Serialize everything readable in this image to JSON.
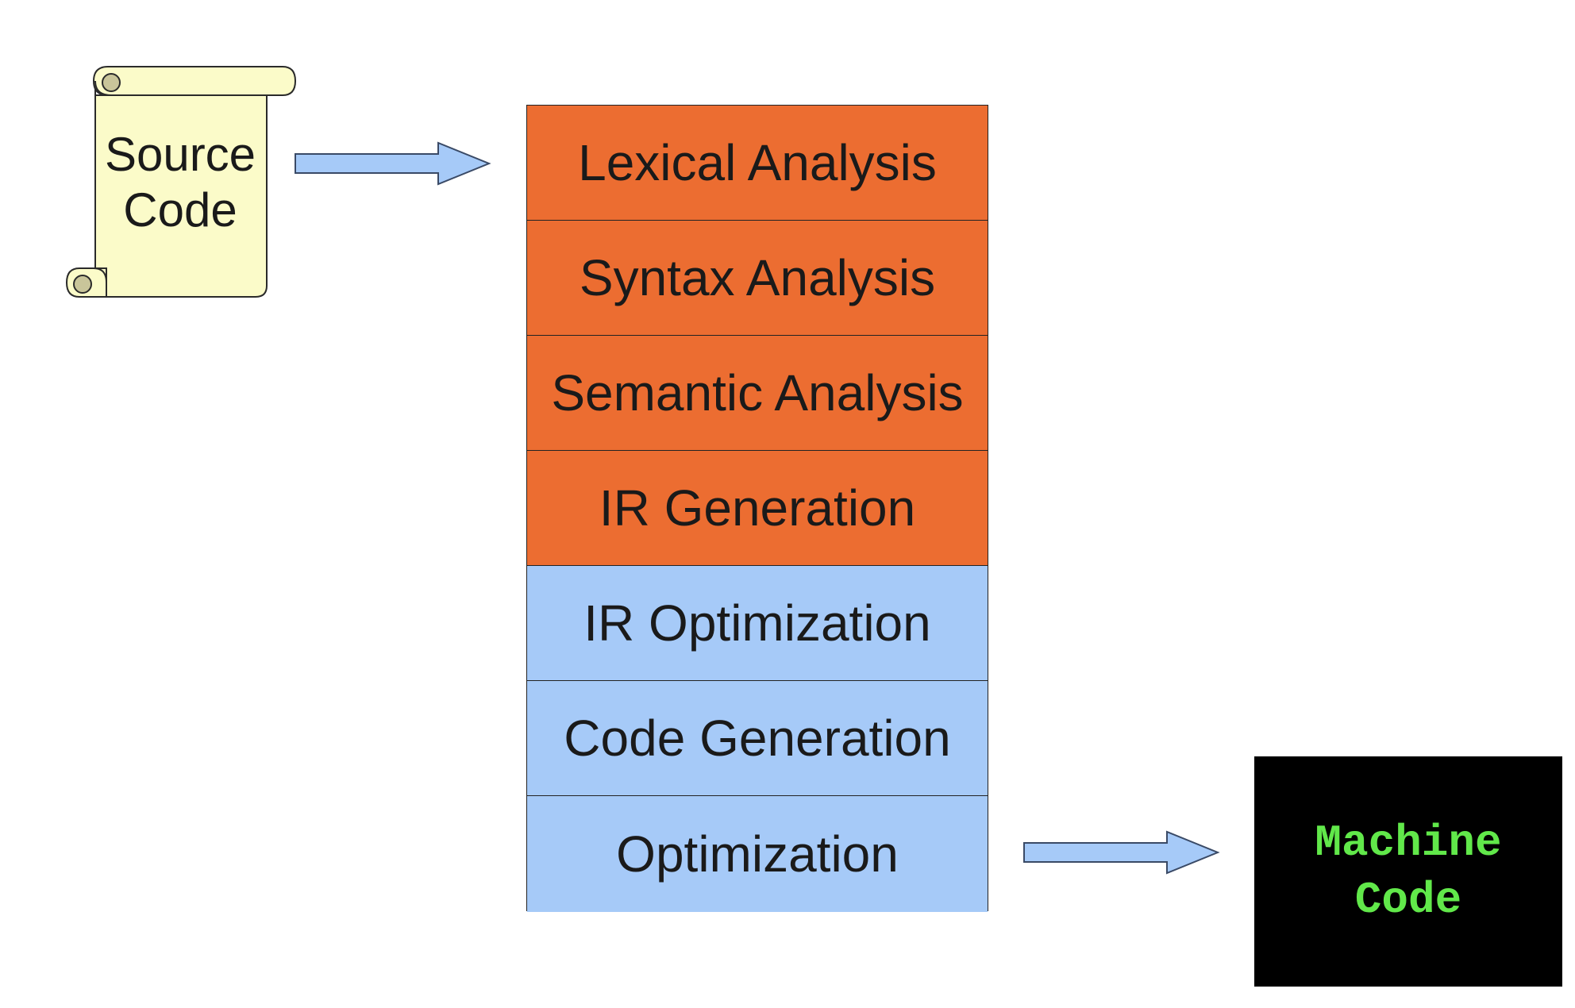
{
  "diagram": {
    "source": {
      "label": "Source\nCode"
    },
    "stages": [
      {
        "label": "Lexical Analysis",
        "group": "front"
      },
      {
        "label": "Syntax Analysis",
        "group": "front"
      },
      {
        "label": "Semantic Analysis",
        "group": "front"
      },
      {
        "label": "IR Generation",
        "group": "front"
      },
      {
        "label": "IR Optimization",
        "group": "back"
      },
      {
        "label": "Code Generation",
        "group": "back"
      },
      {
        "label": "Optimization",
        "group": "back"
      }
    ],
    "output": {
      "label": "Machine\nCode"
    },
    "colors": {
      "front_stage": "#ec6d31",
      "back_stage": "#a6caf8",
      "scroll_fill": "#fbfbc9",
      "arrow_fill": "#a6caf8",
      "output_bg": "#000000",
      "output_text": "#61e84a"
    },
    "icons": {
      "source": "scroll-icon",
      "flow": "right-arrow-icon"
    }
  }
}
